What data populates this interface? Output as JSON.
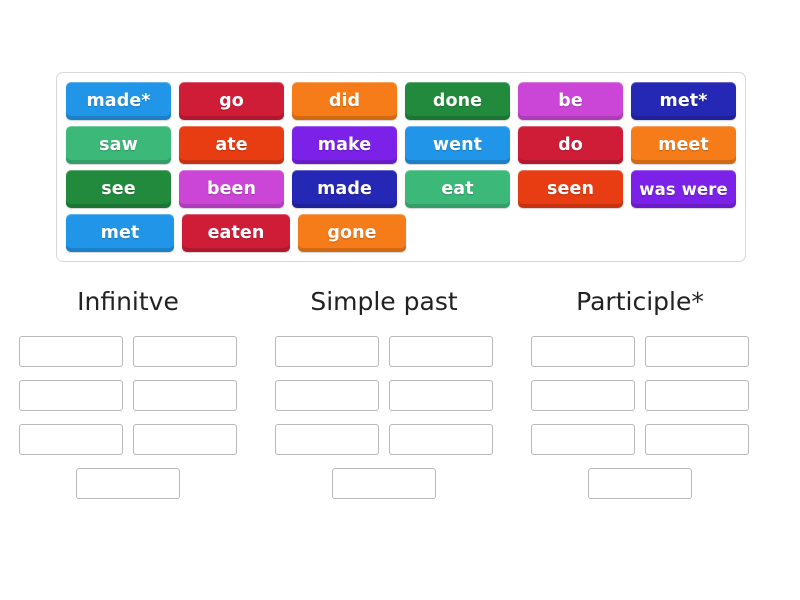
{
  "activity": {
    "type": "drag-and-drop-group-sort",
    "tile_text_color": "#ffffff"
  },
  "tile_pool": {
    "name": "word-bank",
    "rows": [
      [
        {
          "label": "made*",
          "color": "#2196e8"
        },
        {
          "label": "go",
          "color": "#cf1d37"
        },
        {
          "label": "did",
          "color": "#f57c18"
        },
        {
          "label": "done",
          "color": "#218a3c"
        },
        {
          "label": "be",
          "color": "#cb45d6"
        },
        {
          "label": "met*",
          "color": "#2527b5"
        }
      ],
      [
        {
          "label": "saw",
          "color": "#3cb878"
        },
        {
          "label": "ate",
          "color": "#e83c13"
        },
        {
          "label": "make",
          "color": "#7b21e8"
        },
        {
          "label": "went",
          "color": "#2196e8"
        },
        {
          "label": "do",
          "color": "#cf1d37"
        },
        {
          "label": "meet",
          "color": "#f57c18"
        }
      ],
      [
        {
          "label": "see",
          "color": "#218a3c"
        },
        {
          "label": "been",
          "color": "#cb45d6"
        },
        {
          "label": "made",
          "color": "#2527b5"
        },
        {
          "label": "eat",
          "color": "#3cb878"
        },
        {
          "label": "seen",
          "color": "#e83c13"
        },
        {
          "label": "was were",
          "color": "#7b21e8"
        }
      ],
      [
        {
          "label": "met",
          "color": "#2196e8"
        },
        {
          "label": "eaten",
          "color": "#cf1d37"
        },
        {
          "label": "gone",
          "color": "#f57c18"
        }
      ]
    ]
  },
  "columns": [
    {
      "title": "Infinitve",
      "slots": [
        "",
        "",
        "",
        "",
        "",
        "",
        ""
      ]
    },
    {
      "title": "Simple past",
      "slots": [
        "",
        "",
        "",
        "",
        "",
        "",
        ""
      ]
    },
    {
      "title": "Participle*",
      "slots": [
        "",
        "",
        "",
        "",
        "",
        "",
        ""
      ]
    }
  ]
}
